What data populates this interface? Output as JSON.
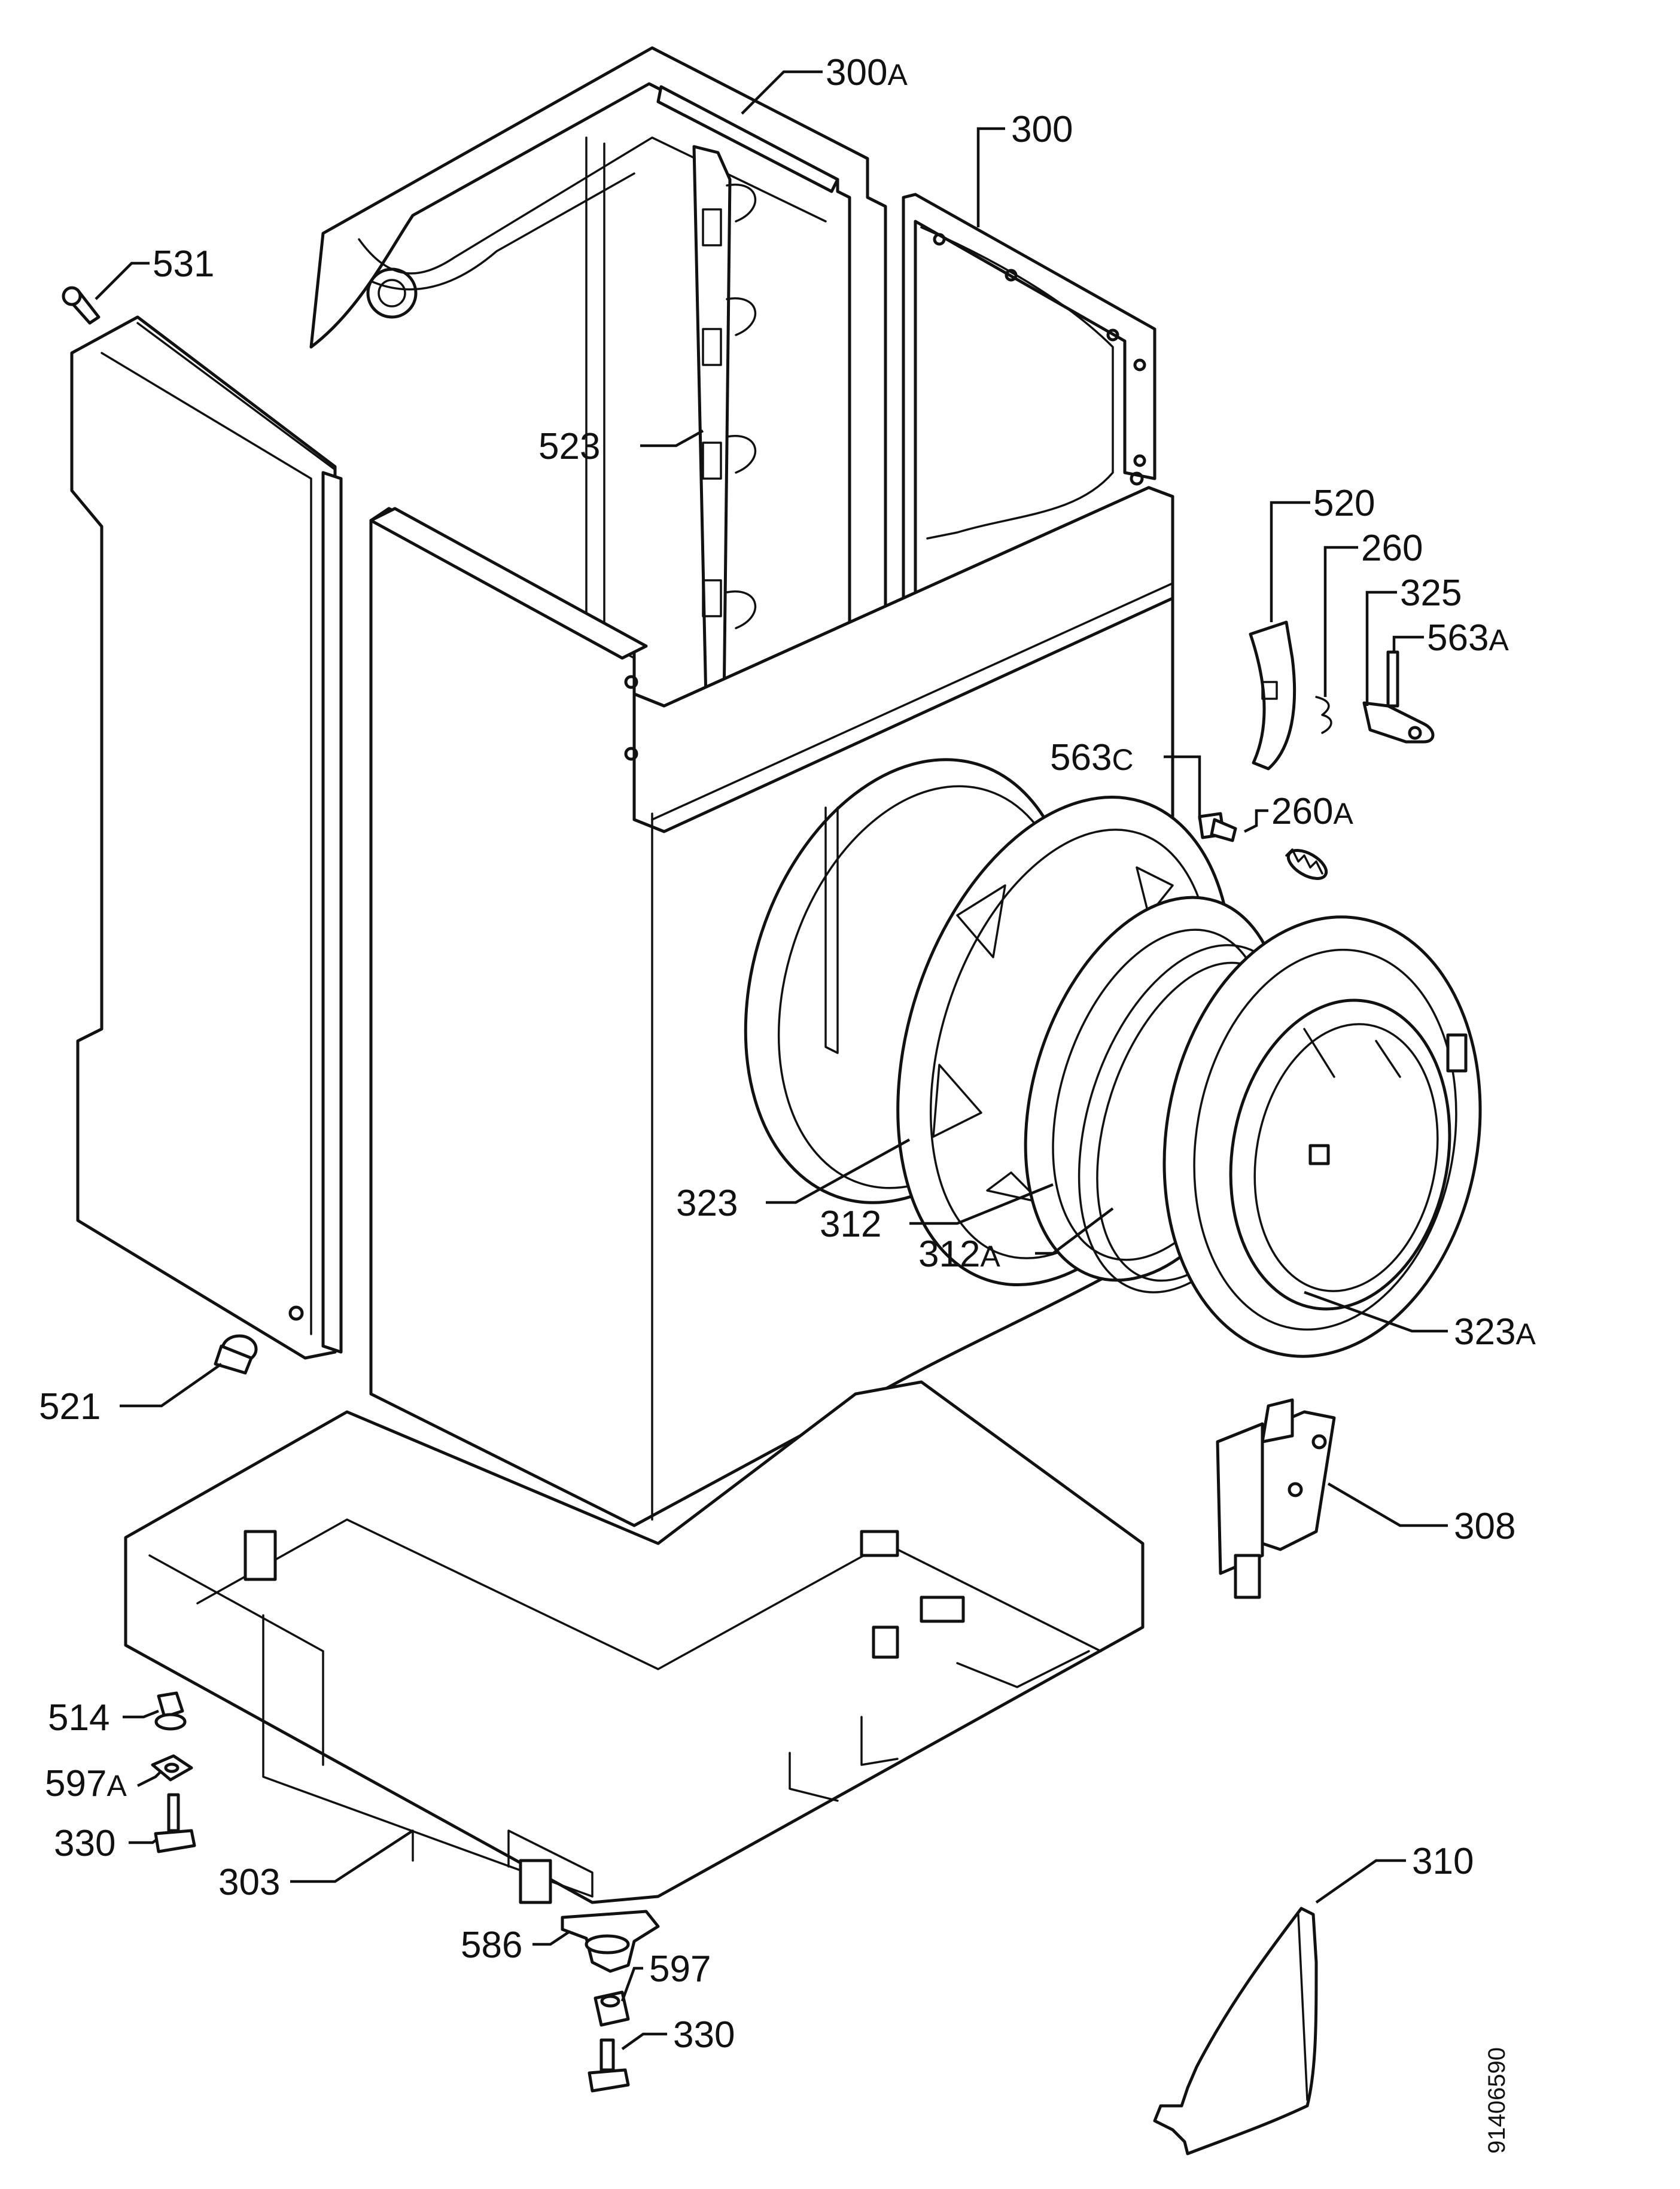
{
  "drawing_number": "91406590",
  "labels": [
    {
      "id": "300A",
      "num": "300",
      "suffix": "A"
    },
    {
      "id": "300",
      "num": "300",
      "suffix": ""
    },
    {
      "id": "531",
      "num": "531",
      "suffix": ""
    },
    {
      "id": "523",
      "num": "523",
      "suffix": ""
    },
    {
      "id": "520",
      "num": "520",
      "suffix": ""
    },
    {
      "id": "260",
      "num": "260",
      "suffix": ""
    },
    {
      "id": "325",
      "num": "325",
      "suffix": ""
    },
    {
      "id": "563A",
      "num": "563",
      "suffix": "A"
    },
    {
      "id": "563C",
      "num": "563",
      "suffix": "C"
    },
    {
      "id": "260A",
      "num": "260",
      "suffix": "A"
    },
    {
      "id": "323",
      "num": "323",
      "suffix": ""
    },
    {
      "id": "312",
      "num": "312",
      "suffix": ""
    },
    {
      "id": "312A",
      "num": "312",
      "suffix": "A"
    },
    {
      "id": "323A",
      "num": "323",
      "suffix": "A"
    },
    {
      "id": "521",
      "num": "521",
      "suffix": ""
    },
    {
      "id": "308",
      "num": "308",
      "suffix": ""
    },
    {
      "id": "514",
      "num": "514",
      "suffix": ""
    },
    {
      "id": "597A",
      "num": "597",
      "suffix": "A"
    },
    {
      "id": "330-left",
      "num": "330",
      "suffix": ""
    },
    {
      "id": "303",
      "num": "303",
      "suffix": ""
    },
    {
      "id": "310",
      "num": "310",
      "suffix": ""
    },
    {
      "id": "586",
      "num": "586",
      "suffix": ""
    },
    {
      "id": "597",
      "num": "597",
      "suffix": ""
    },
    {
      "id": "330-bottom",
      "num": "330",
      "suffix": ""
    }
  ]
}
